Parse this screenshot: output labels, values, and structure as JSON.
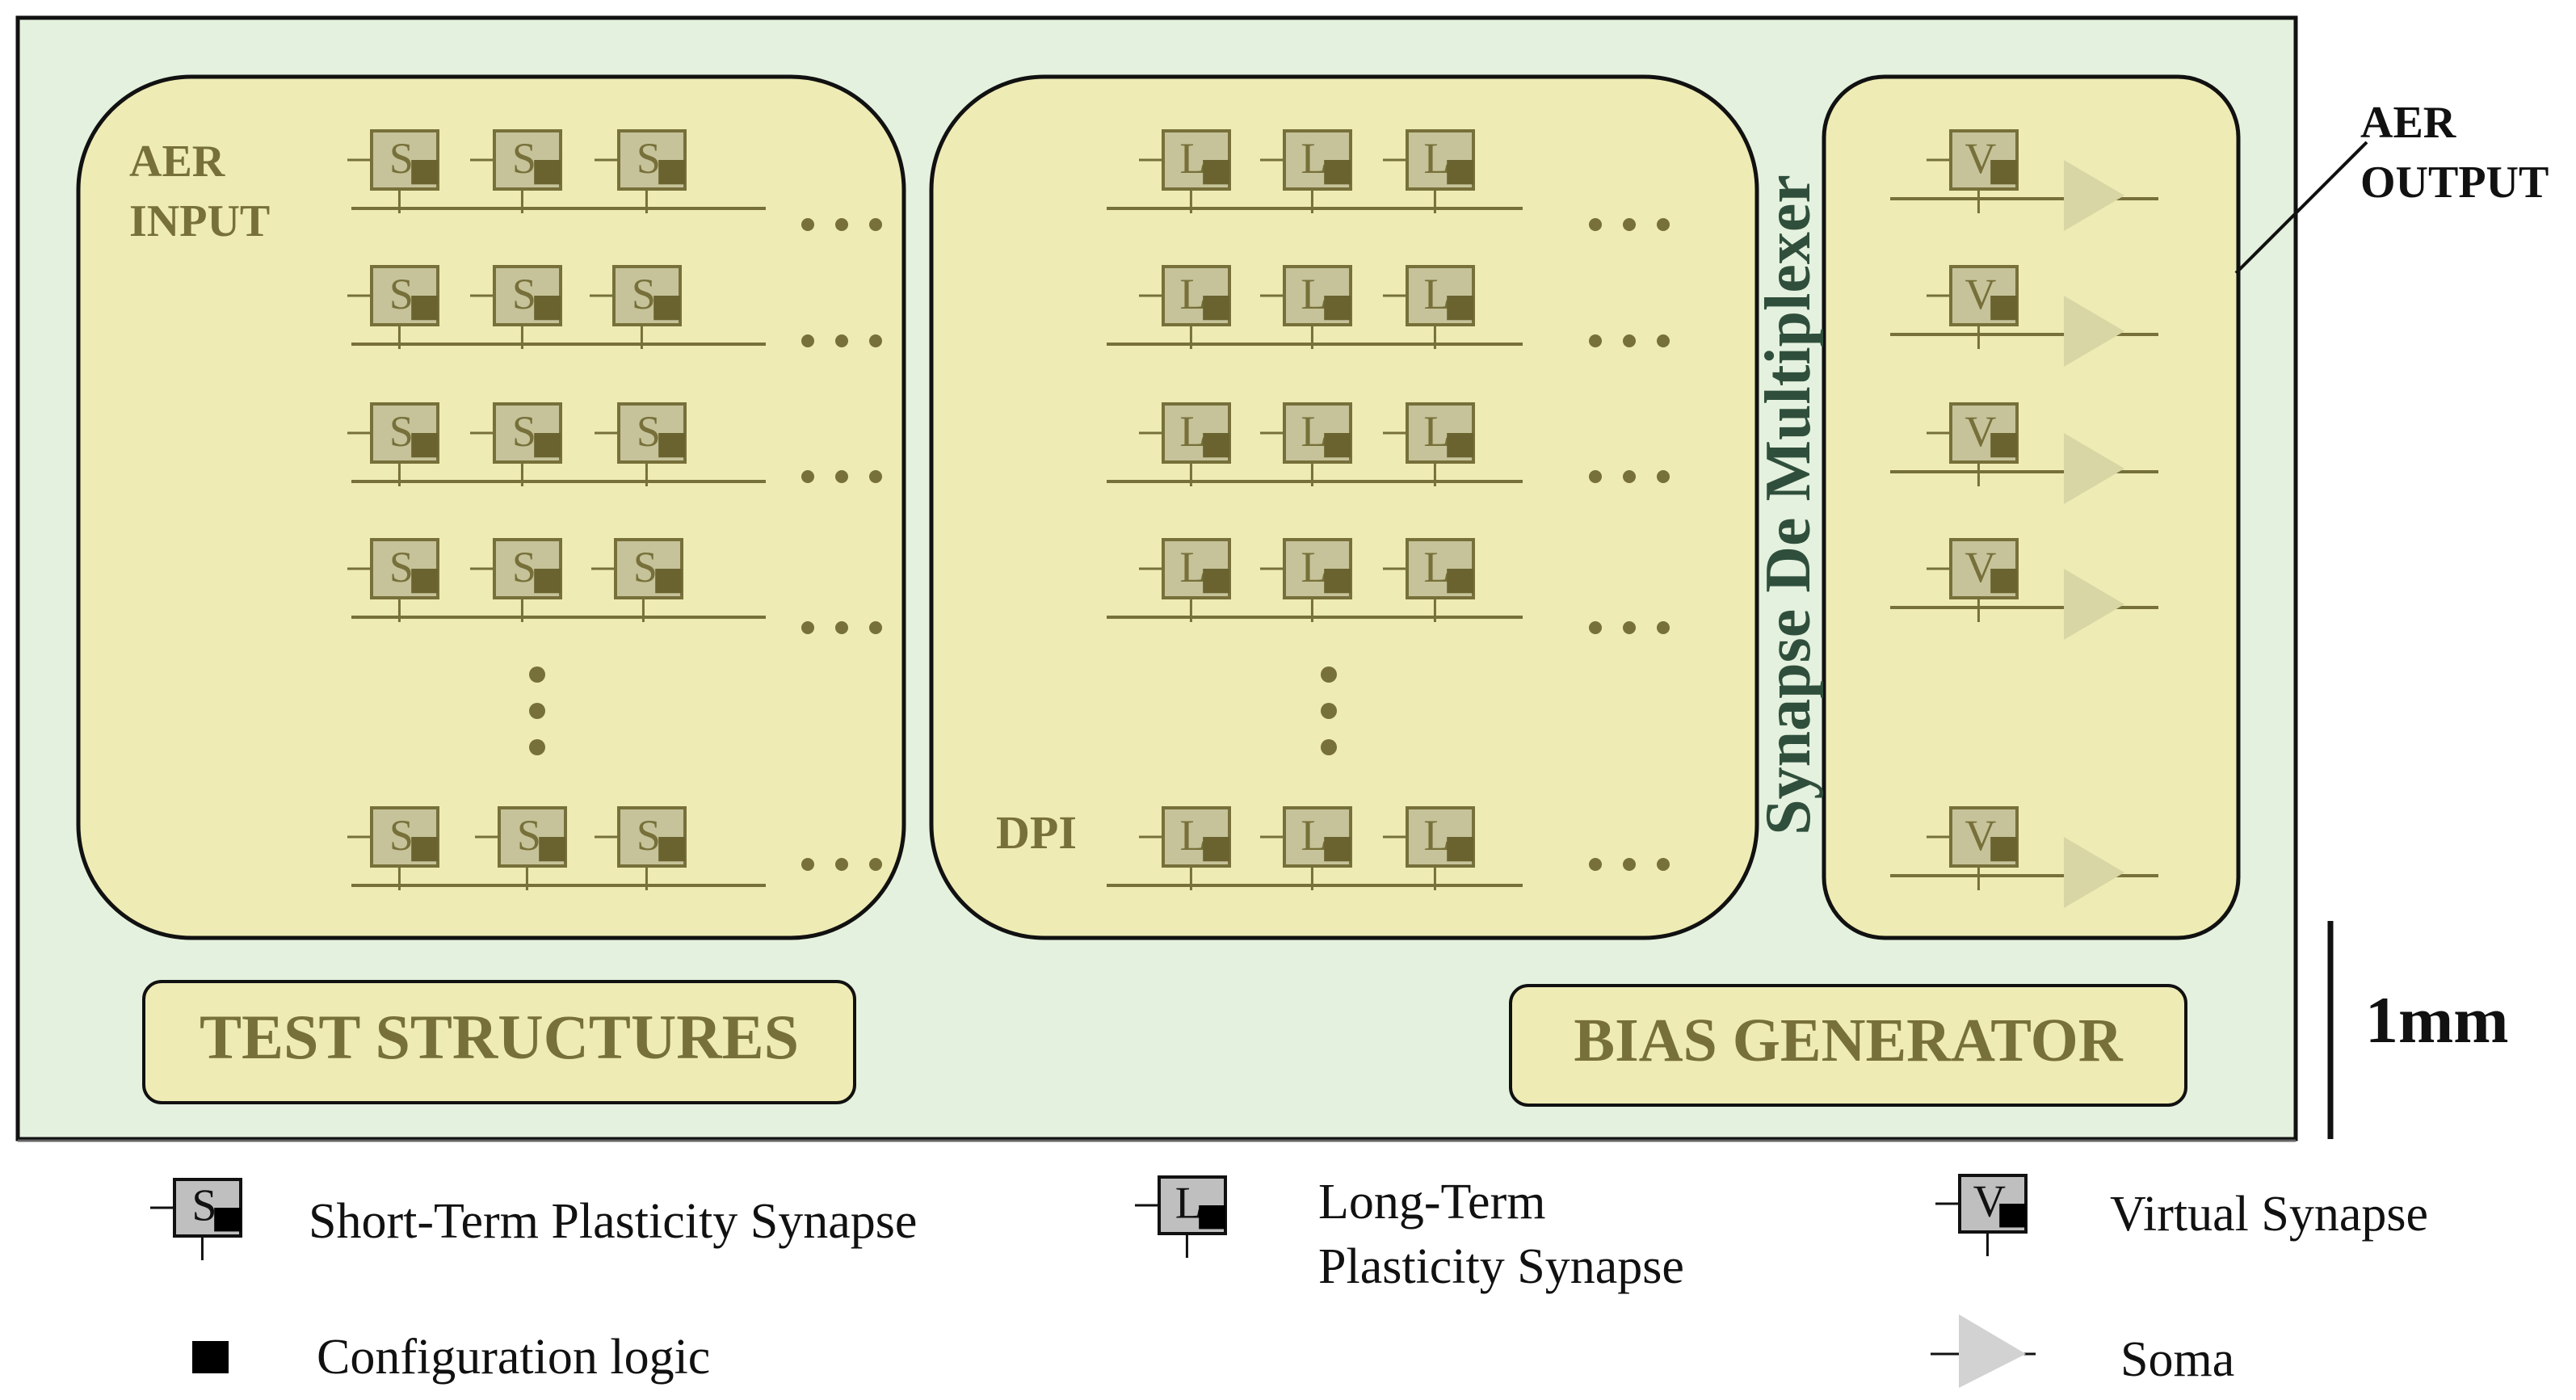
{
  "chip": {
    "aer_input_label": [
      "AER",
      "INPUT"
    ],
    "aer_output_label": [
      "AER",
      "OUTPUT"
    ],
    "dpi_label": "DPI",
    "demux_label": "Synapse De Multiplexer",
    "test_structures_label": "TEST STRUCTURES",
    "bias_generator_label": "BIAS GENERATOR",
    "scale_label": "1mm",
    "stp_cell_letter": "S",
    "ltp_cell_letter": "L",
    "virtual_cell_letter": "V"
  },
  "legend": {
    "stp_letter": "S",
    "stp_label": "Short-Term Plasticity Synapse",
    "ltp_letter": "L",
    "ltp_label": [
      "Long-Term",
      "Plasticity Synapse"
    ],
    "virtual_letter": "V",
    "virtual_label": "Virtual Synapse",
    "config_label": "Configuration logic",
    "soma_label": "Soma"
  },
  "colors": {
    "chip_background": "#e4f1de",
    "block_fill": "#eeebb4",
    "text_olive": "#77703a",
    "demux_text": "#2f4f3c",
    "config_square_chip": "#6a6330",
    "cell_fill": "#c6c39a",
    "soma_chip": "#d8d6a4",
    "legend_cell_fill": "#bfbfbf",
    "soma_legend": "#d2d2d2"
  }
}
